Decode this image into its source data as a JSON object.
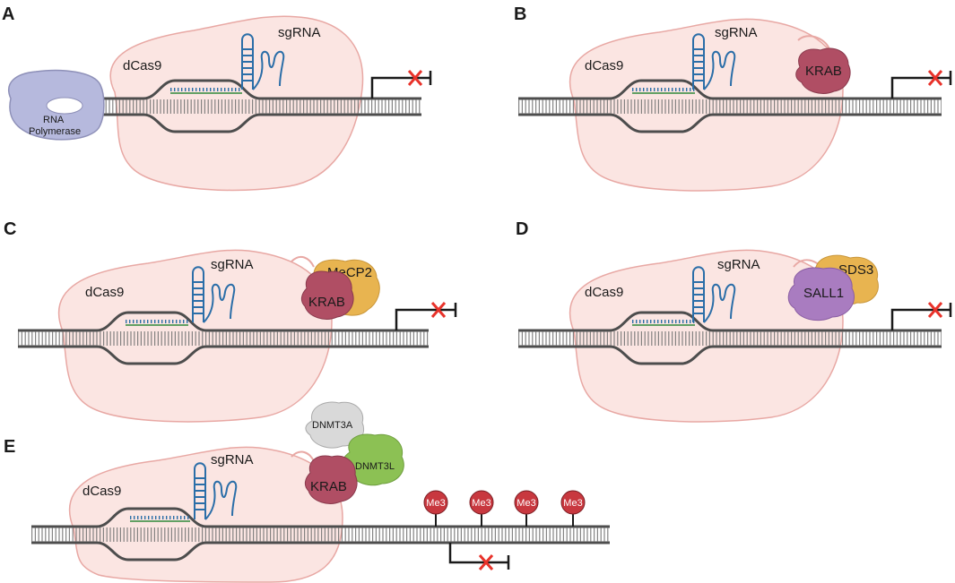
{
  "panels": [
    {
      "id": "A",
      "letter": "A",
      "dcas9_label": "dCas9",
      "sgrna_label": "sgRNA",
      "effectors": [],
      "extra_labels": [
        "RNA",
        "Polymerase"
      ],
      "methyl_marks": [],
      "promoter_blocked": true
    },
    {
      "id": "B",
      "letter": "B",
      "dcas9_label": "dCas9",
      "sgrna_label": "sgRNA",
      "effectors": [
        "KRAB"
      ],
      "extra_labels": [],
      "methyl_marks": [],
      "promoter_blocked": true
    },
    {
      "id": "C",
      "letter": "C",
      "dcas9_label": "dCas9",
      "sgrna_label": "sgRNA",
      "effectors": [
        "KRAB",
        "MeCP2"
      ],
      "extra_labels": [],
      "methyl_marks": [],
      "promoter_blocked": true
    },
    {
      "id": "D",
      "letter": "D",
      "dcas9_label": "dCas9",
      "sgrna_label": "sgRNA",
      "effectors": [
        "SALL1",
        "SDS3"
      ],
      "extra_labels": [],
      "methyl_marks": [],
      "promoter_blocked": true
    },
    {
      "id": "E",
      "letter": "E",
      "dcas9_label": "dCas9",
      "sgrna_label": "sgRNA",
      "effectors": [
        "KRAB",
        "DNMT3A",
        "DNMT3L"
      ],
      "extra_labels": [],
      "methyl_marks": [
        "Me3",
        "Me3",
        "Me3",
        "Me3"
      ],
      "promoter_blocked": true
    }
  ],
  "colors": {
    "dcas9_fill": "#fbe5e2",
    "dcas9_stroke": "#e8a8a4",
    "dna_backbone": "#4d4d4d",
    "sgrna": "#2b6ea8",
    "guide_strand": "#2f8a3a",
    "krab": "#b04e64",
    "mecp2": "#e8b450",
    "sall1": "#a97cc0",
    "sds3": "#e8b450",
    "dnmt3a": "#d9d9d9",
    "dnmt3l": "#8cc154",
    "rna_polymerase": "#b6b9dd",
    "methyl_mark": "#c8383f",
    "block_x": "#e8322a"
  }
}
